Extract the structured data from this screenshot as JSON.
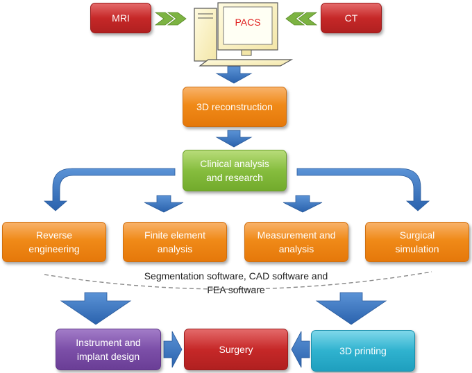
{
  "sources": {
    "mri": "MRI",
    "ct": "CT",
    "pacs": "PACS"
  },
  "steps": {
    "reconstruction": "3D reconstruction",
    "clinical": "Clinical analysis\nand research"
  },
  "applications": [
    {
      "label": "Reverse\nengineering"
    },
    {
      "label": "Finite element\nanalysis"
    },
    {
      "label": "Measurement and\nanalysis"
    },
    {
      "label": "Surgical\nsimulation"
    }
  ],
  "software_note": "Segmentation software, CAD software and\nFEA software",
  "outputs": {
    "instrument": "Instrument and\nimplant design",
    "surgery": "Surgery",
    "printing": "3D printing"
  },
  "colors": {
    "orange": "#f08a18",
    "red": "#c62828",
    "green": "#86bd3e",
    "purple": "#7c4fa8",
    "cyan": "#2fb2cf",
    "arrow_blue": "#2f6db8",
    "chevron_green": "#7cb342"
  }
}
